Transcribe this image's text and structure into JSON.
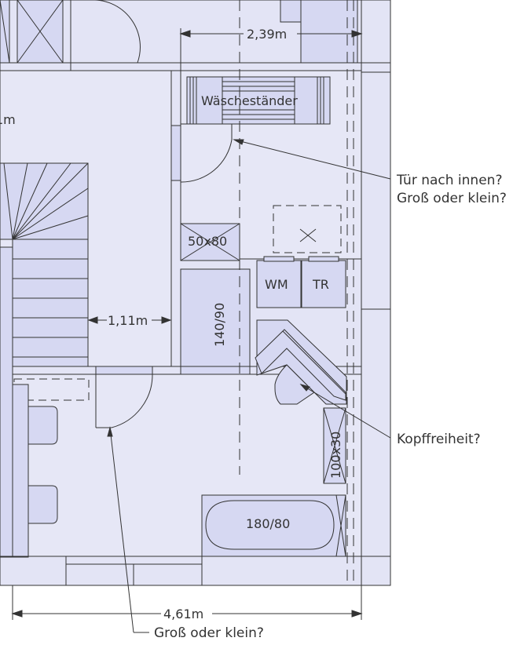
{
  "colors": {
    "floor": "#e3e4f5",
    "furniture": "#d6d8f2",
    "line": "#333333",
    "background": "#ffffff"
  },
  "dimensions": {
    "top_width": "2,39m",
    "passage": "1,11m",
    "total_width": "4,61m",
    "partial_label": "1m"
  },
  "furniture_labels": {
    "drying_rack": "Wäscheständer",
    "cabinet": "50x80",
    "washing_machine": "WM",
    "dryer": "TR",
    "shower": "140/90",
    "toilet_box": "100x30",
    "bathtub": "180/80"
  },
  "annotations": {
    "door_inward_line1": "Tür nach innen?",
    "door_inward_line2": "Groß oder klein?",
    "headroom": "Kopffreiheit?",
    "door_size": "Groß oder klein?"
  }
}
